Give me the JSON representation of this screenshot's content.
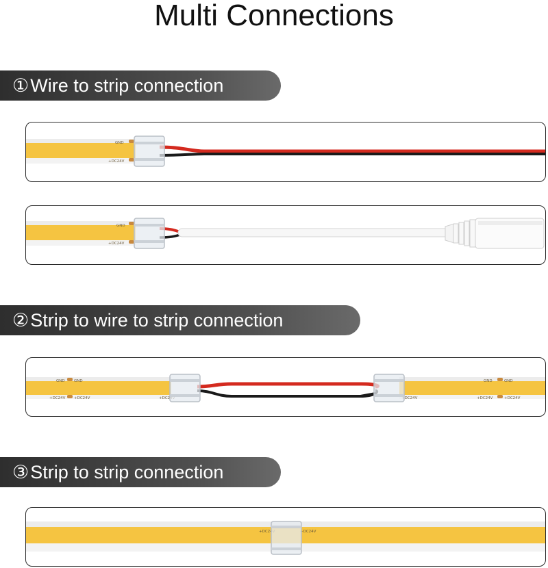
{
  "title": "Multi Connections",
  "sections": [
    {
      "num": "①",
      "label": "Wire to strip connection"
    },
    {
      "num": "②",
      "label": "Strip to wire to strip connection"
    },
    {
      "num": "③",
      "label": "Strip to strip connection"
    }
  ],
  "pad_labels": {
    "gnd": "GND",
    "positive": "+DC24V"
  },
  "colors": {
    "strip_yellow": "#f5c441",
    "strip_silicone": "#f2f2f2",
    "wire_red": "#d42a1f",
    "wire_black": "#1a1a1a",
    "dc_cable": "#f7f7f7",
    "header_dark": "#2e2e2e",
    "copper_pad": "#c98a3e"
  }
}
